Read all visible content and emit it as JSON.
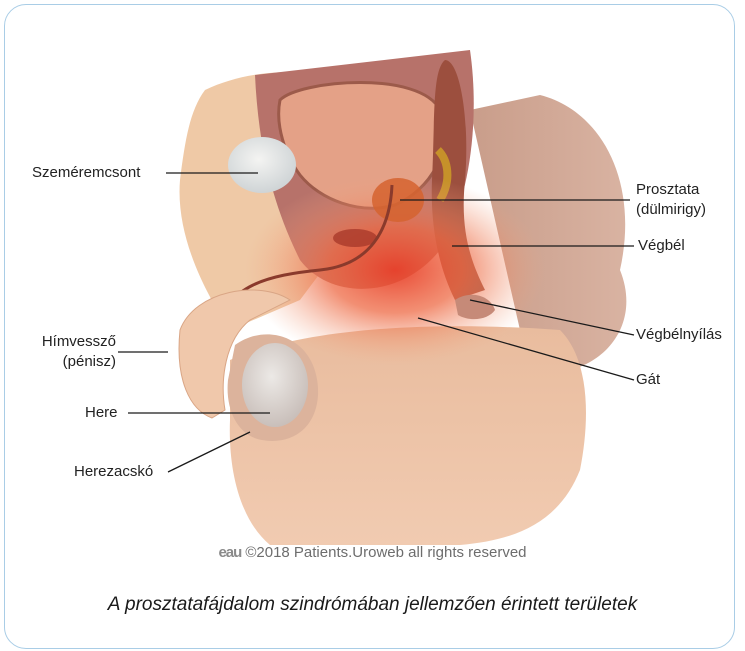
{
  "labels": {
    "pubic_bone": "Szeméremcsont",
    "prostate_line1": "Prosztata",
    "prostate_line2": "(dülmirigy)",
    "rectum": "Végbél",
    "penis_line1": "Hímvessző",
    "penis_line2": "(pénisz)",
    "anus": "Végbélnyílás",
    "perineum": "Gát",
    "testis": "Here",
    "scrotum": "Herezacskó"
  },
  "copyright": {
    "logo_text": "eau",
    "text": "©2018 Patients.Uroweb all rights reserved"
  },
  "caption": "A prosztatafájdalom szindrómában jellemzően érintett területek",
  "colors": {
    "border": "#a9cde6",
    "skin": "#e8b99a",
    "inflamed": "#e8402a"
  }
}
